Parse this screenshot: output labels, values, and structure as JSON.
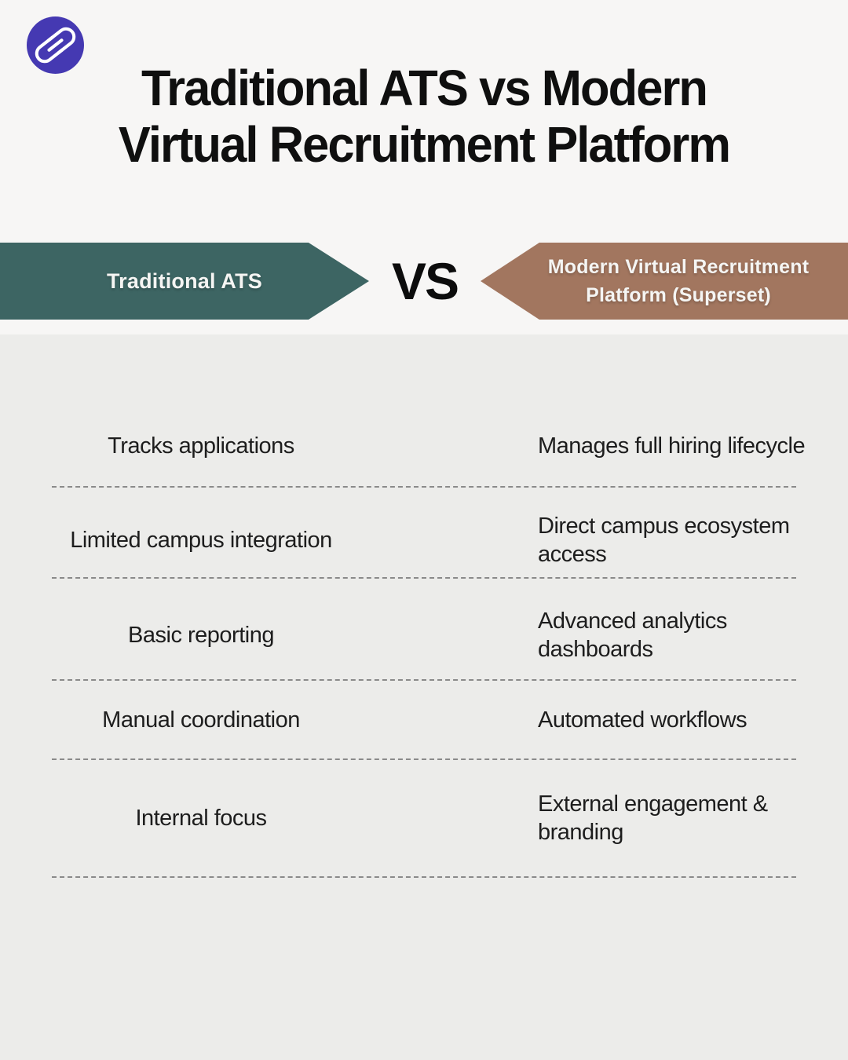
{
  "meta": {
    "colors": {
      "background_top": "#f7f6f5",
      "background_bottom": "#ececea",
      "left_banner": "#3d6563",
      "right_banner": "#a2765f",
      "logo_background": "#4539b2",
      "text": "#1d1d1d",
      "dashed_divider": "#8a8a8a"
    }
  },
  "header": {
    "logo_icon": "interlocked-loops-logo-icon",
    "title_line1": "Traditional ATS vs Modern",
    "title_line2": "Virtual Recruitment Platform"
  },
  "versus": {
    "left_label": "Traditional ATS",
    "vs_label": "VS",
    "right_label_line1": "Modern Virtual Recruitment",
    "right_label_line2": "Platform (Superset)"
  },
  "table": {
    "rows": [
      {
        "left": "Tracks applications",
        "right_line1": "Manages full hiring lifecycle",
        "right_line2": ""
      },
      {
        "left": "Limited campus integration",
        "right_line1": "Direct campus ecosystem",
        "right_line2": "access"
      },
      {
        "left": "Basic reporting",
        "right_line1": "Advanced analytics",
        "right_line2": "dashboards"
      },
      {
        "left": "Manual coordination",
        "right_line1": "Automated workflows",
        "right_line2": ""
      },
      {
        "left": "Internal focus",
        "right_line1": "External engagement &",
        "right_line2": "branding"
      }
    ]
  }
}
